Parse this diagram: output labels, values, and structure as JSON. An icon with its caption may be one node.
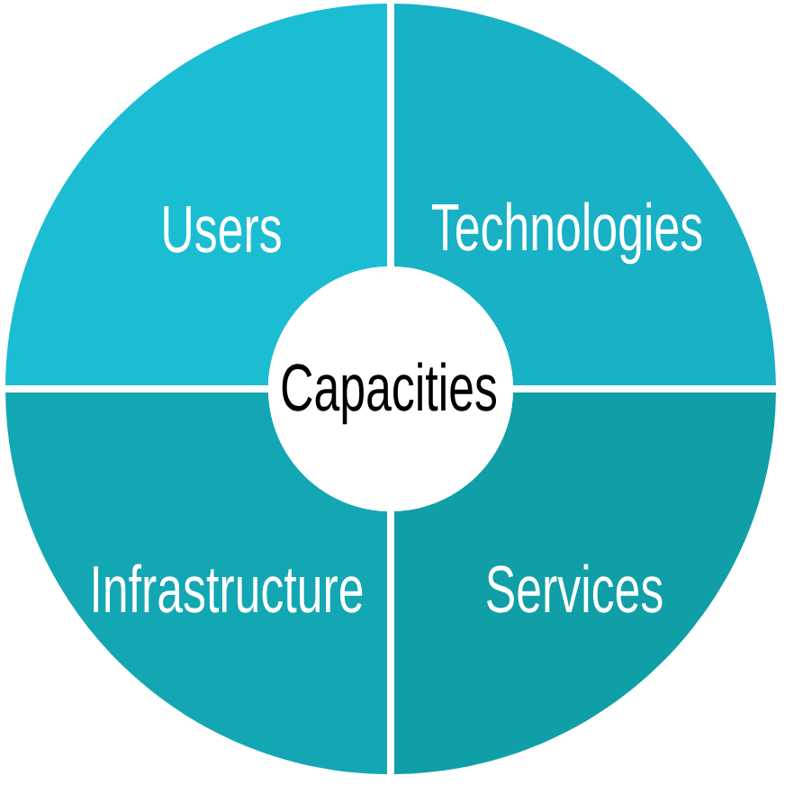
{
  "diagram": {
    "nodes": [
      {
        "text": [
          "Users"
        ]
      },
      {
        "text": [
          "Technologies"
        ]
      },
      {
        "text": [
          "Capacities"
        ]
      },
      {
        "text": [
          "Infrastructure"
        ]
      },
      {
        "text": [
          "Services"
        ]
      }
    ]
  }
}
